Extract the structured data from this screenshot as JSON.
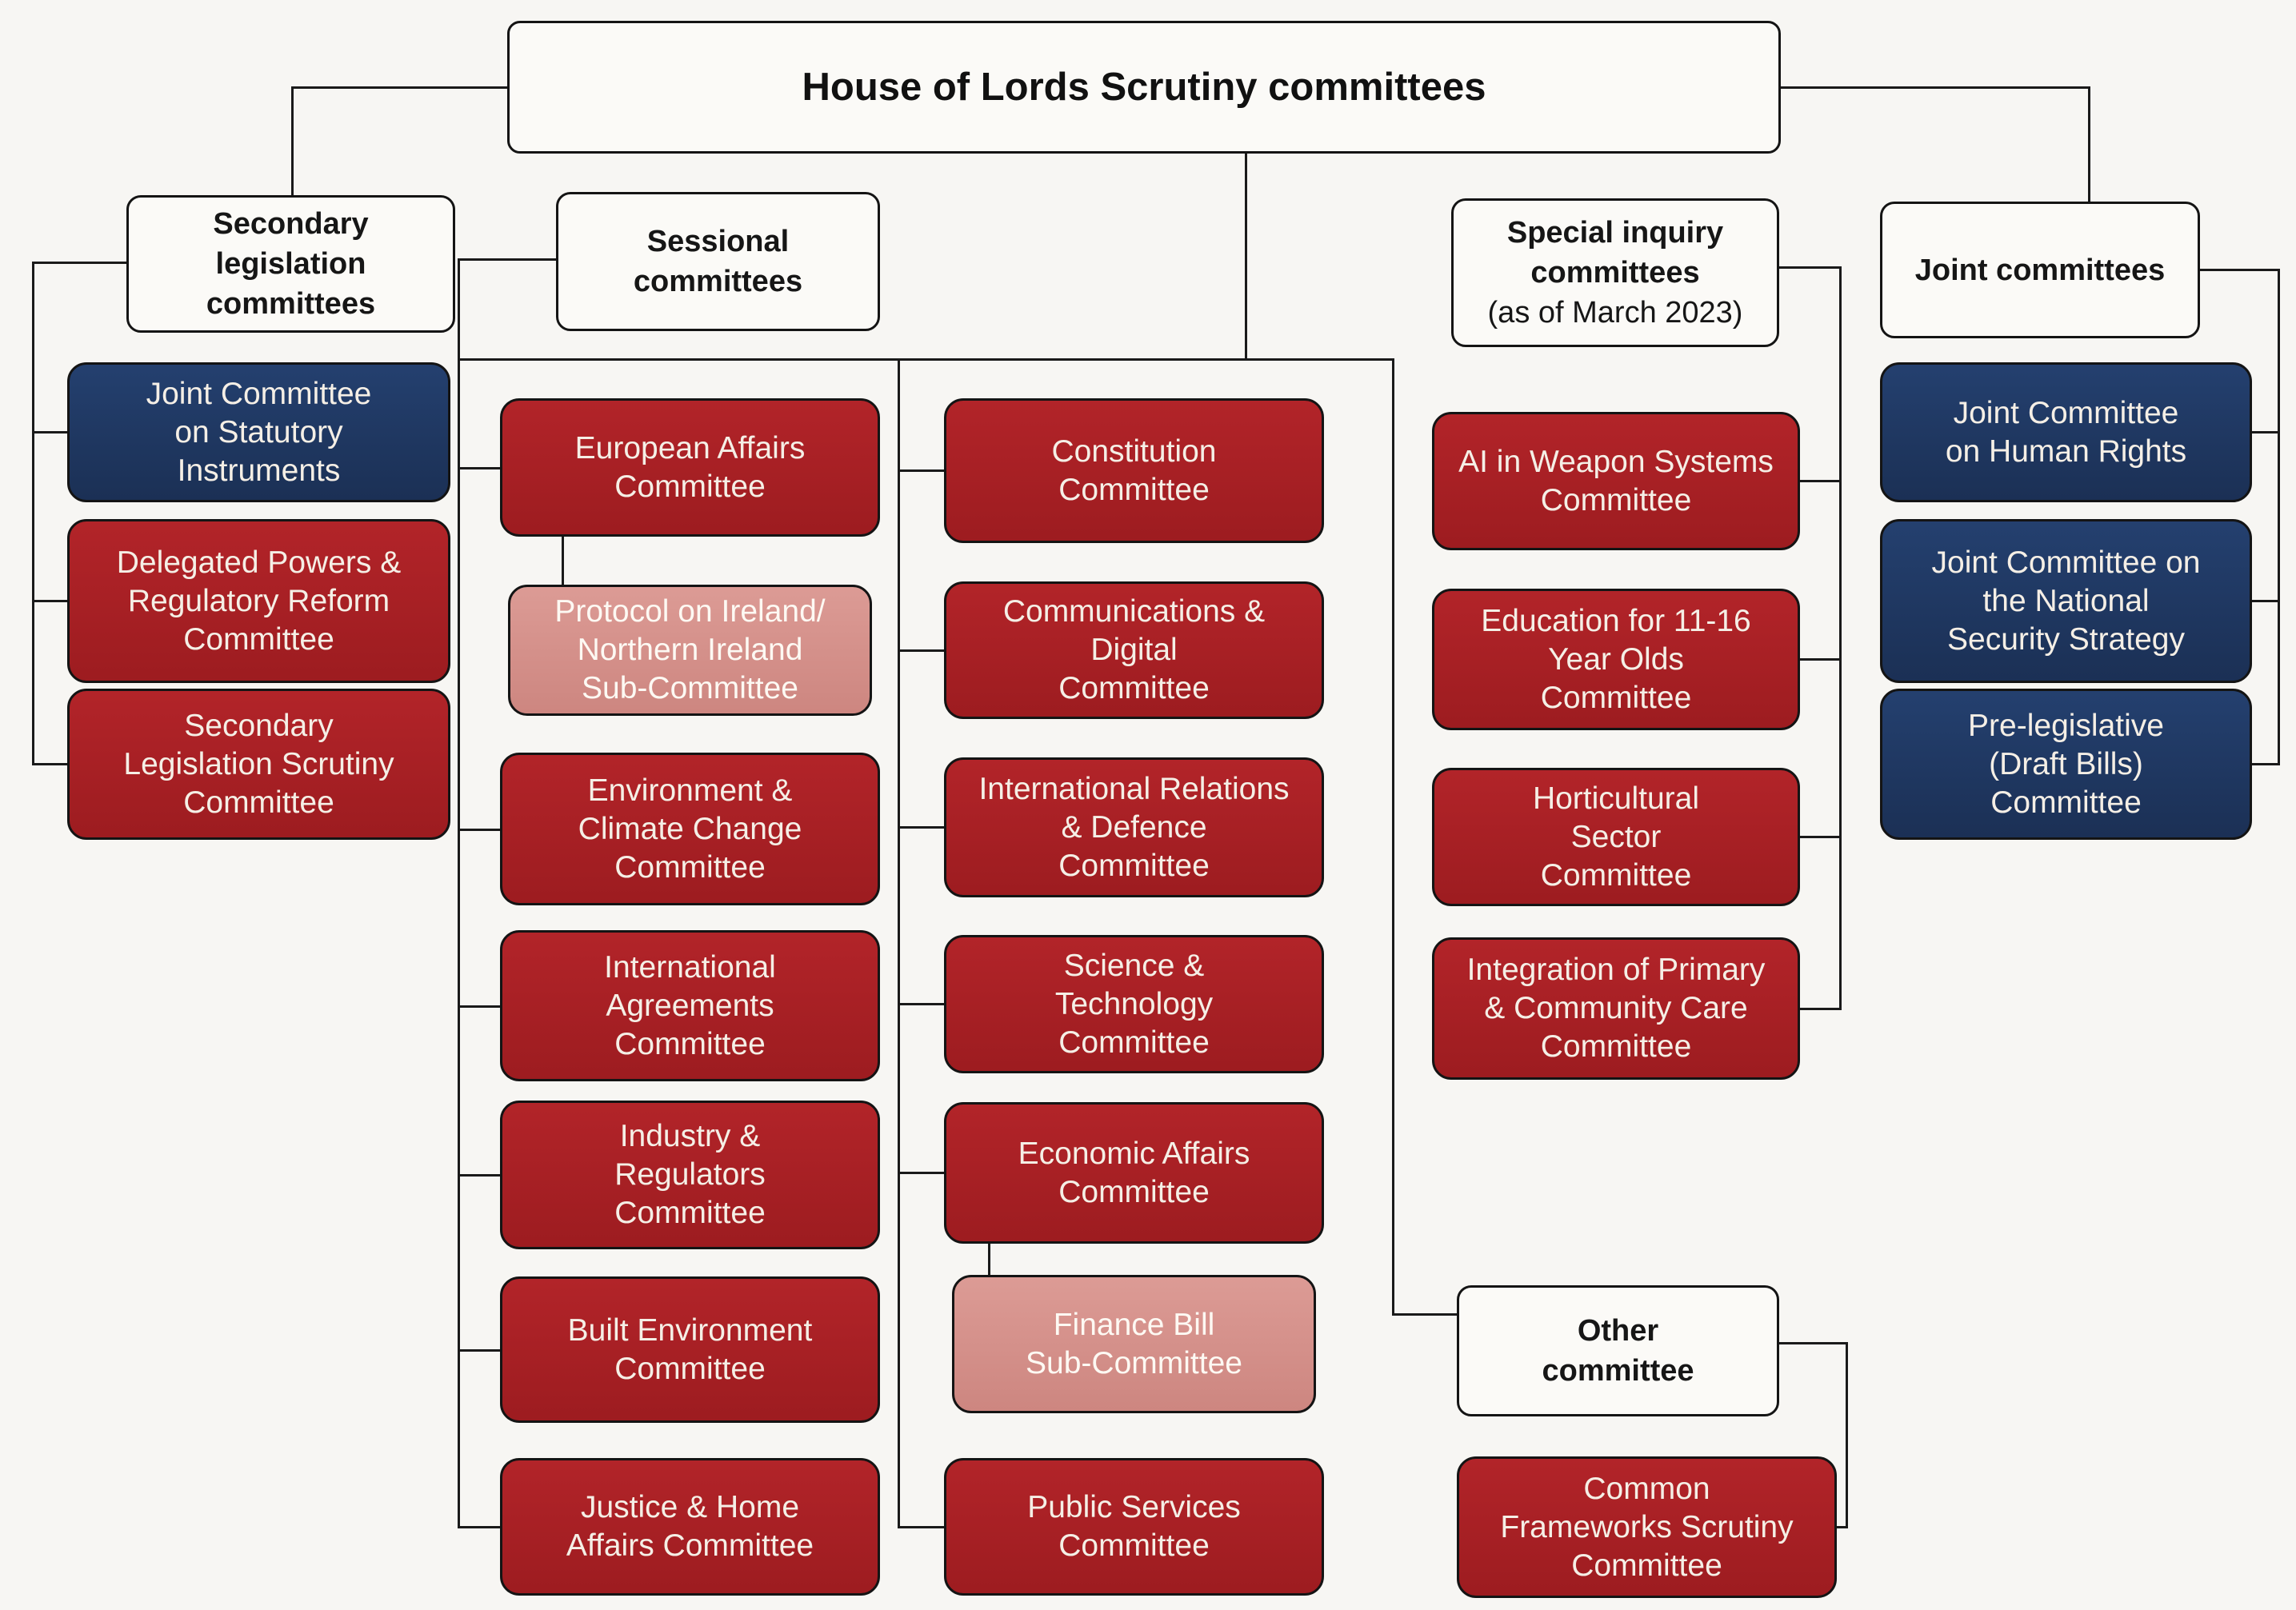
{
  "title": {
    "label": "House of Lords Scrutiny committees"
  },
  "headers": {
    "secondary": {
      "label": "Secondary\nlegislation\ncommittees"
    },
    "sessional": {
      "label": "Sessional\ncommittees"
    },
    "special": {
      "label": "Special inquiry\ncommittees",
      "subtitle": "(as of March 2023)"
    },
    "joint": {
      "label": "Joint committees"
    },
    "other": {
      "label": "Other\ncommittee"
    }
  },
  "committees": {
    "jcsi": {
      "label": "Joint Committee\non Statutory\nInstruments",
      "group": "secondary-legislation"
    },
    "delegated": {
      "label": "Delegated Powers &\nRegulatory Reform\nCommittee",
      "group": "secondary-legislation"
    },
    "sls": {
      "label": "Secondary\nLegislation Scrutiny\nCommittee",
      "group": "secondary-legislation"
    },
    "european": {
      "label": "European Affairs\nCommittee",
      "group": "sessional"
    },
    "protocol": {
      "label": "Protocol on Ireland/\nNorthern Ireland\nSub-Committee",
      "group": "sessional-sub"
    },
    "environment": {
      "label": "Environment &\nClimate Change\nCommittee",
      "group": "sessional"
    },
    "intl_agreements": {
      "label": "International\nAgreements\nCommittee",
      "group": "sessional"
    },
    "industry": {
      "label": "Industry &\nRegulators\nCommittee",
      "group": "sessional"
    },
    "built_environment": {
      "label": "Built Environment\nCommittee",
      "group": "sessional"
    },
    "justice": {
      "label": "Justice & Home\nAffairs Committee",
      "group": "sessional"
    },
    "constitution": {
      "label": "Constitution\nCommittee",
      "group": "sessional"
    },
    "communications": {
      "label": "Communications &\nDigital\nCommittee",
      "group": "sessional"
    },
    "intl_relations": {
      "label": "International Relations\n& Defence\nCommittee",
      "group": "sessional"
    },
    "science": {
      "label": "Science &\nTechnology\nCommittee",
      "group": "sessional"
    },
    "economic": {
      "label": "Economic Affairs\nCommittee",
      "group": "sessional"
    },
    "finance": {
      "label": "Finance Bill\nSub-Committee",
      "group": "sessional-sub"
    },
    "public_services": {
      "label": "Public Services\nCommittee",
      "group": "sessional"
    },
    "ai_weapons": {
      "label": "AI in Weapon Systems\nCommittee",
      "group": "special-inquiry"
    },
    "education": {
      "label": "Education for 11-16\nYear Olds\nCommittee",
      "group": "special-inquiry"
    },
    "horticultural": {
      "label": "Horticultural\nSector\nCommittee",
      "group": "special-inquiry"
    },
    "integration": {
      "label": "Integration of Primary\n& Community Care\nCommittee",
      "group": "special-inquiry"
    },
    "common_frameworks": {
      "label": "Common\nFrameworks Scrutiny\nCommittee",
      "group": "other"
    },
    "jchr": {
      "label": "Joint Committee\non Human Rights",
      "group": "joint"
    },
    "jcnss": {
      "label": "Joint Committee on\nthe National\nSecurity Strategy",
      "group": "joint"
    },
    "prelegislative": {
      "label": "Pre-legislative\n(Draft Bills)\nCommittee",
      "group": "joint"
    }
  },
  "palette": {
    "committee_red": "#a81e22",
    "sub_committee_pink": "#d6918c",
    "joint_committee_navy": "#1f3760",
    "header_fill": "#fbfaf7",
    "connector_line": "#1a1a1a",
    "background": "#f7f6f3"
  }
}
